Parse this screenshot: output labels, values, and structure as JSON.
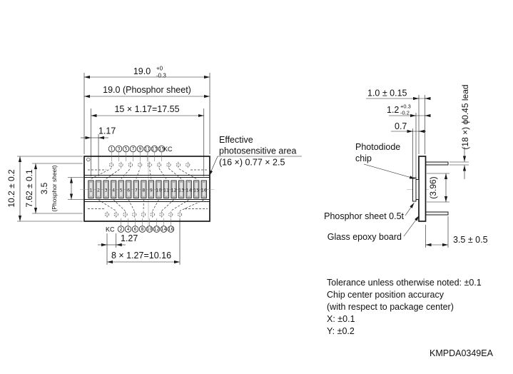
{
  "drawing_number": "KMPDA0349EA",
  "front_view": {
    "dim_width_tol": {
      "value": "19.0",
      "tol_plus": "+0",
      "tol_minus": "-0.3"
    },
    "dim_width_phosphor": "19.0 (Phosphor sheet)",
    "dim_chip_span": "15 × 1.17=17.55",
    "dim_chip_pitch": "1.17",
    "dim_height": "10.2 ± 0.2",
    "dim_lead_rows": "7.62 ± 0.1",
    "dim_phosphor_height": "3.5",
    "dim_phosphor_height_note": "(Phosphor sheet)",
    "dim_bottom_pitch": "1.27",
    "dim_bottom_span": "8 × 1.27=10.16",
    "top_pins": [
      "1",
      "3",
      "5",
      "7",
      "9",
      "11",
      "13",
      "15"
    ],
    "top_pins_suffix": "KC",
    "bottom_pins_prefix": "KC",
    "bottom_pins": [
      "2",
      "4",
      "6",
      "8",
      "10",
      "12",
      "14",
      "16"
    ],
    "chip_numbers": [
      "1",
      "2",
      "3",
      "4",
      "5",
      "6",
      "7",
      "8",
      "9",
      "10",
      "11",
      "12",
      "13",
      "14",
      "15",
      "16"
    ],
    "effective_area_line1": "Effective",
    "effective_area_line2": "photosensitive area",
    "effective_area_line3": "(16 ×) 0.77 × 2.5"
  },
  "side_view": {
    "dim_board_offset": "1.0 ± 0.15",
    "dim_board_tol": {
      "value": "1.2",
      "tol_plus": "+0.3",
      "tol_minus": "-0.2"
    },
    "dim_stack": "0.7",
    "lead_label": "(18 ×) ϕ0.45 lead",
    "chip_label_line1": "Photodiode",
    "chip_label_line2": "chip",
    "dim_lead_gap": "(3.96)",
    "phosphor_label": "Phosphor sheet 0.5t",
    "board_label": "Glass epoxy board",
    "dim_lead_length": "3.5 ± 0.5"
  },
  "notes": {
    "line1": "Tolerance unless otherwise noted: ±0.1",
    "line2": "Chip center position accuracy",
    "line3": "(with respect to package center)",
    "line4": "X: ±0.1",
    "line5": "Y: ±0.2"
  }
}
